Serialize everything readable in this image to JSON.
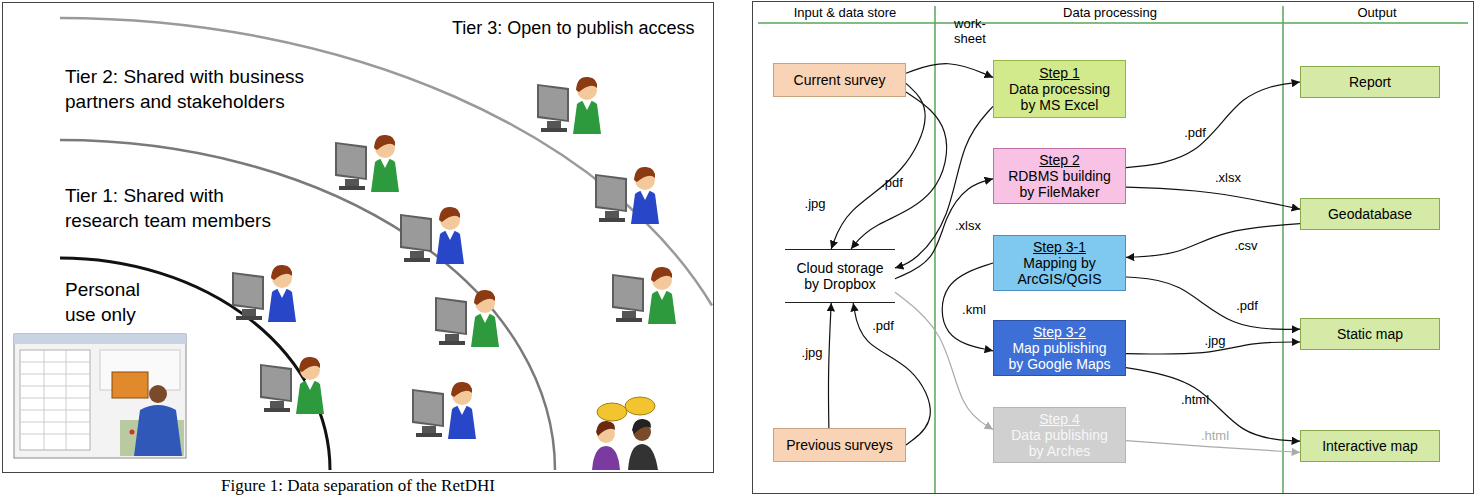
{
  "diagram": {
    "caption": "Figure 1: Data separation of the RetDHI",
    "nodes": [
      {
        "text": [
          "Current survey"
        ]
      },
      {
        "text": [
          "Step 1",
          "Data processing by MS Excel"
        ]
      },
      {
        "text": [
          "Report"
        ]
      },
      {
        "text": [
          "Step 2",
          "RDBMS building by FileMaker"
        ]
      },
      {
        "text": [
          "Geodatabase"
        ]
      },
      {
        "text": [
          "Cloud storage by Dropbox"
        ]
      },
      {
        "text": [
          "Step 3-1",
          "Mapping by ArcGIS/QGIS"
        ]
      },
      {
        "text": [
          "Step 3-2",
          "Map publishing by Google Maps"
        ]
      },
      {
        "text": [
          "Static map"
        ]
      },
      {
        "text": [
          "Previous surveys"
        ]
      },
      {
        "text": [
          "Step 4",
          "Data publishing by Arches"
        ]
      },
      {
        "text": [
          "Interactive map"
        ]
      }
    ],
    "edges": [
      {
        "from": 0,
        "to": 1,
        "arrow": "to",
        "label": "work-sheet"
      },
      {
        "from": 0,
        "to": 5,
        "arrow": "to",
        "label": ".jpg"
      },
      {
        "from": 0,
        "to": 5,
        "arrow": "to",
        "label": ".pdf"
      },
      {
        "from": 1,
        "to": 5,
        "arrow": "to"
      },
      {
        "from": 5,
        "to": 3,
        "arrow": "to",
        "label": ".xlsx"
      },
      {
        "from": 6,
        "to": 7,
        "arrow": "to",
        "label": ".kml"
      },
      {
        "from": 5,
        "to": 10,
        "arrow": "to"
      },
      {
        "from": 9,
        "to": 5,
        "arrow": "to",
        "label": ".jpg"
      },
      {
        "from": 9,
        "to": 5,
        "arrow": "to",
        "label": ".pdf"
      },
      {
        "from": 3,
        "to": 2,
        "arrow": "to",
        "label": ".pdf"
      },
      {
        "from": 3,
        "to": 4,
        "arrow": "to",
        "label": ".xlsx"
      },
      {
        "from": 4,
        "to": 6,
        "arrow": "to",
        "label": ".csv"
      },
      {
        "from": 6,
        "to": 8,
        "arrow": "to",
        "label": ".pdf"
      },
      {
        "from": 7,
        "to": 8,
        "arrow": "to",
        "label": ".jpg"
      },
      {
        "from": 7,
        "to": 11,
        "arrow": "to",
        "label": ".html"
      },
      {
        "from": 10,
        "to": 11,
        "arrow": "to",
        "label": ".html"
      }
    ],
    "labels": [
      "Tier 3: Open to publish access",
      "Tier 2: Shared with business partners and stakeholders",
      "Tier 1: Shared with research team members",
      "Personal use only",
      "Input & data store",
      "Data processing",
      "Output"
    ]
  }
}
